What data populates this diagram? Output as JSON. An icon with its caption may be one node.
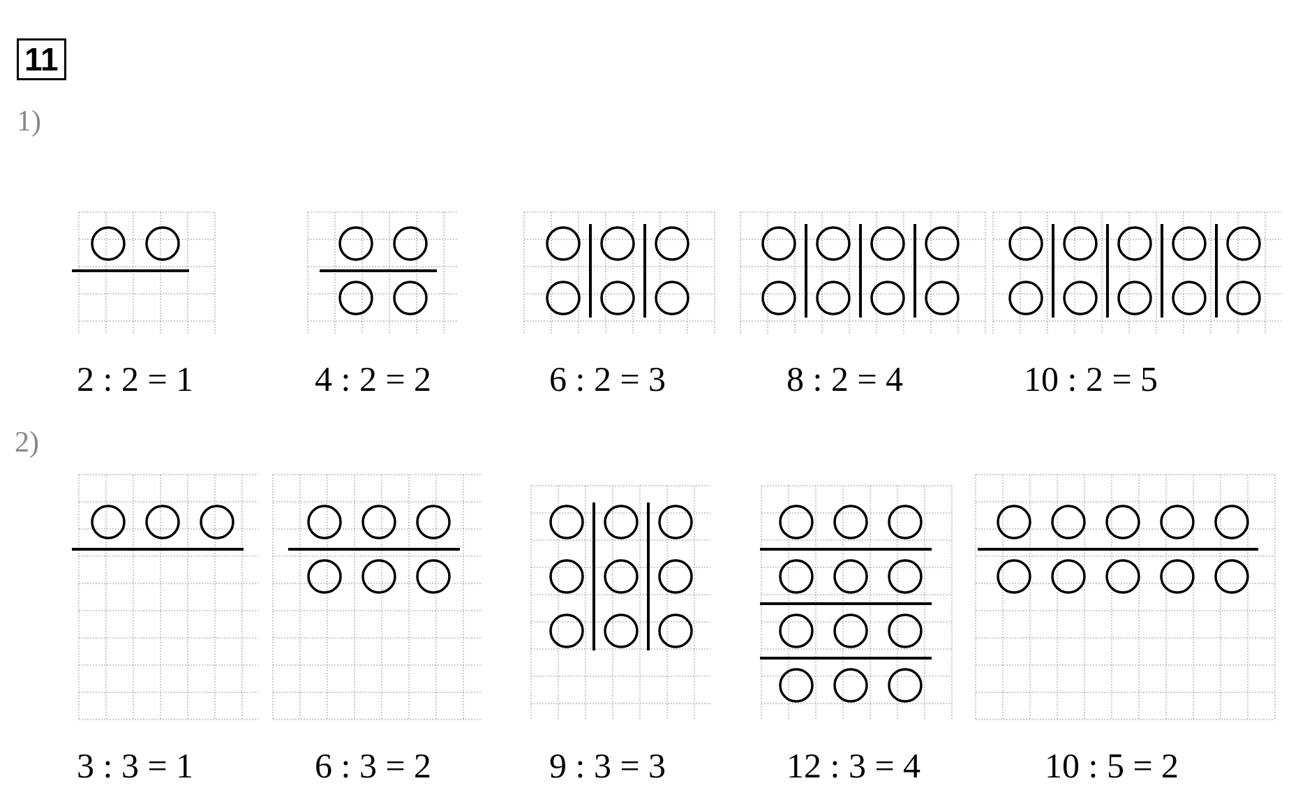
{
  "diagram": {
    "labels": [
      "11",
      "1)",
      "2 : 2 = 1",
      "4 : 2 = 2",
      "6 : 2 = 3",
      "8 : 2 = 4",
      "10 : 2 = 5",
      "2)",
      "3 : 3 = 1",
      "6 : 3 = 2",
      "9 : 3 = 3",
      "12 : 3 = 4",
      "10 : 5 = 2"
    ]
  }
}
